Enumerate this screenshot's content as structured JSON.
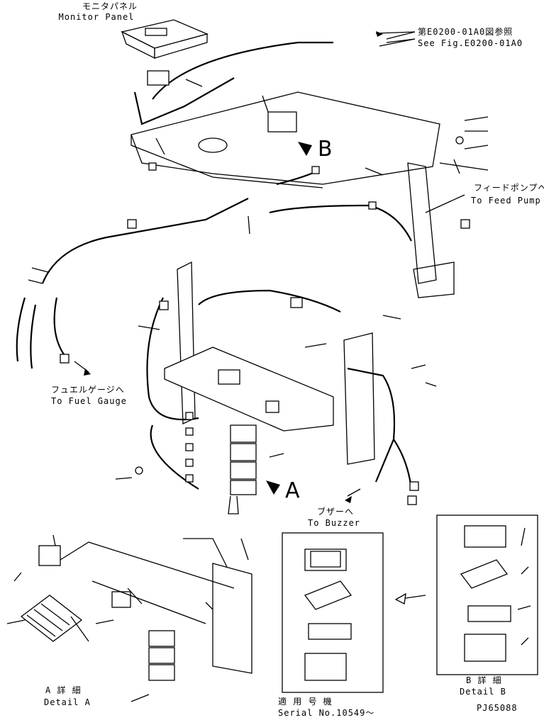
{
  "labels": {
    "monitor_jp": "モニタパネル",
    "monitor_en": "Monitor Panel",
    "ref_jp": "第E0200-01A0図参照",
    "ref_en": "See Fig.E0200-01A0",
    "pump_jp": "フィードポンプへ",
    "pump_en": "To Feed Pump",
    "fuel_jp": "フュエルゲージへ",
    "fuel_en": "To Fuel Gauge",
    "buzzer_jp": "ブザーへ",
    "buzzer_en": "To Buzzer",
    "arrow_b": "B",
    "arrow_a": "A",
    "detail_a_jp": "A 詳 細",
    "detail_a_en": "Detail A",
    "detail_b_jp": "B 詳 細",
    "detail_b_en": "Detail B",
    "serial_jp": "適 用 号 機",
    "serial_en": "Serial No.10549～",
    "code": "PJ65088"
  }
}
